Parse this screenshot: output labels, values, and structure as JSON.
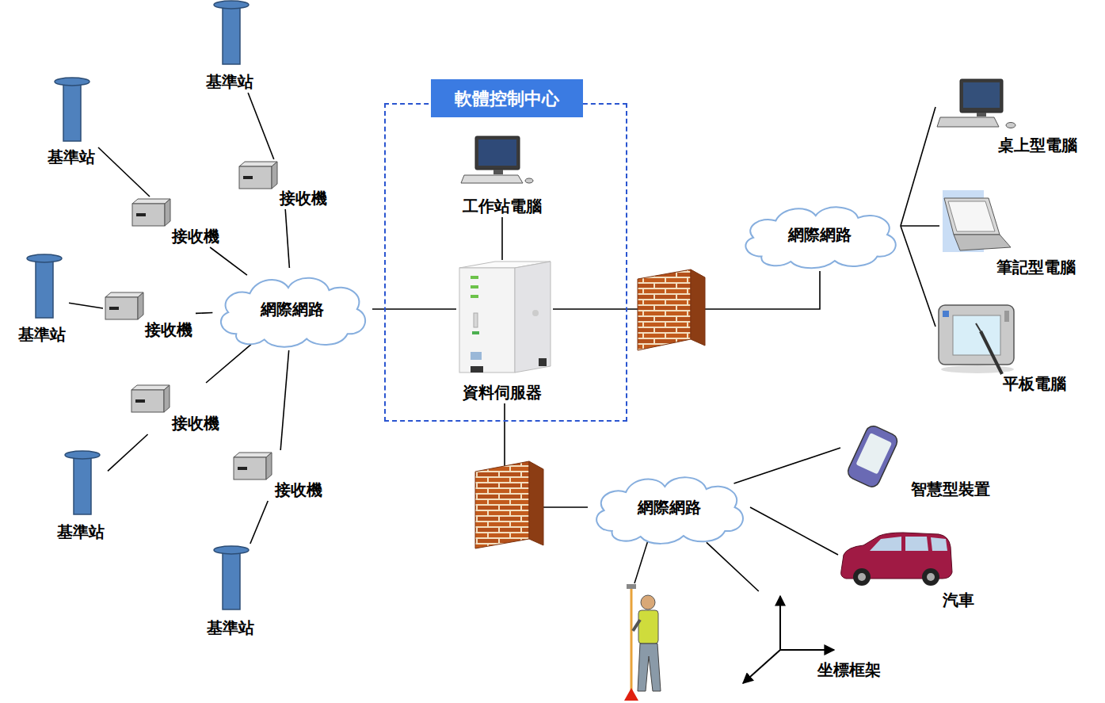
{
  "diagram": {
    "nodes": [
      {
        "text": [
          "基準站"
        ]
      },
      {
        "text": [
          "接收機"
        ]
      },
      {
        "text": [
          "基準站"
        ]
      },
      {
        "text": [
          "接收機"
        ]
      },
      {
        "text": [
          "基準站"
        ]
      },
      {
        "text": [
          "接收機"
        ]
      },
      {
        "text": [
          "基準站"
        ]
      },
      {
        "text": [
          "接收機"
        ]
      },
      {
        "text": [
          "基準站"
        ]
      },
      {
        "text": [
          "接收機"
        ]
      },
      {
        "text": [
          "網際網路"
        ]
      },
      {
        "text": [
          "軟體控制中心"
        ]
      },
      {
        "text": [
          "工作站電腦"
        ],
        "in": 11
      },
      {
        "text": [
          "資料伺服器"
        ],
        "in": 11
      },
      {
        "text": [
          "網際網路"
        ]
      },
      {
        "text": [
          "桌上型電腦"
        ]
      },
      {
        "text": [
          "筆記型電腦"
        ]
      },
      {
        "text": [
          "平板電腦"
        ]
      },
      {
        "text": [
          "網際網路"
        ]
      },
      {
        "text": [
          "智慧型裝置"
        ]
      },
      {
        "text": [
          "汽車"
        ]
      },
      {
        "text": [
          "坐標框架"
        ]
      }
    ],
    "edges": [
      {
        "from": 0,
        "to": 1,
        "arrow": "none"
      },
      {
        "from": 2,
        "to": 3,
        "arrow": "none"
      },
      {
        "from": 4,
        "to": 5,
        "arrow": "none"
      },
      {
        "from": 6,
        "to": 7,
        "arrow": "none"
      },
      {
        "from": 8,
        "to": 9,
        "arrow": "none"
      },
      {
        "from": 1,
        "to": 10,
        "arrow": "none"
      },
      {
        "from": 3,
        "to": 10,
        "arrow": "none"
      },
      {
        "from": 5,
        "to": 10,
        "arrow": "none"
      },
      {
        "from": 7,
        "to": 10,
        "arrow": "none"
      },
      {
        "from": 9,
        "to": 10,
        "arrow": "none"
      },
      {
        "from": 10,
        "to": 13,
        "arrow": "none"
      },
      {
        "from": 12,
        "to": 13,
        "arrow": "none"
      },
      {
        "from": 13,
        "to": 14,
        "arrow": "none"
      },
      {
        "from": 14,
        "to": 15,
        "arrow": "none"
      },
      {
        "from": 14,
        "to": 16,
        "arrow": "none"
      },
      {
        "from": 14,
        "to": 17,
        "arrow": "none"
      },
      {
        "from": 13,
        "to": 18,
        "arrow": "none"
      },
      {
        "from": 18,
        "to": 19,
        "arrow": "none"
      },
      {
        "from": 18,
        "to": 20,
        "arrow": "none"
      },
      {
        "from": 18,
        "to": 21,
        "arrow": "none"
      }
    ]
  }
}
